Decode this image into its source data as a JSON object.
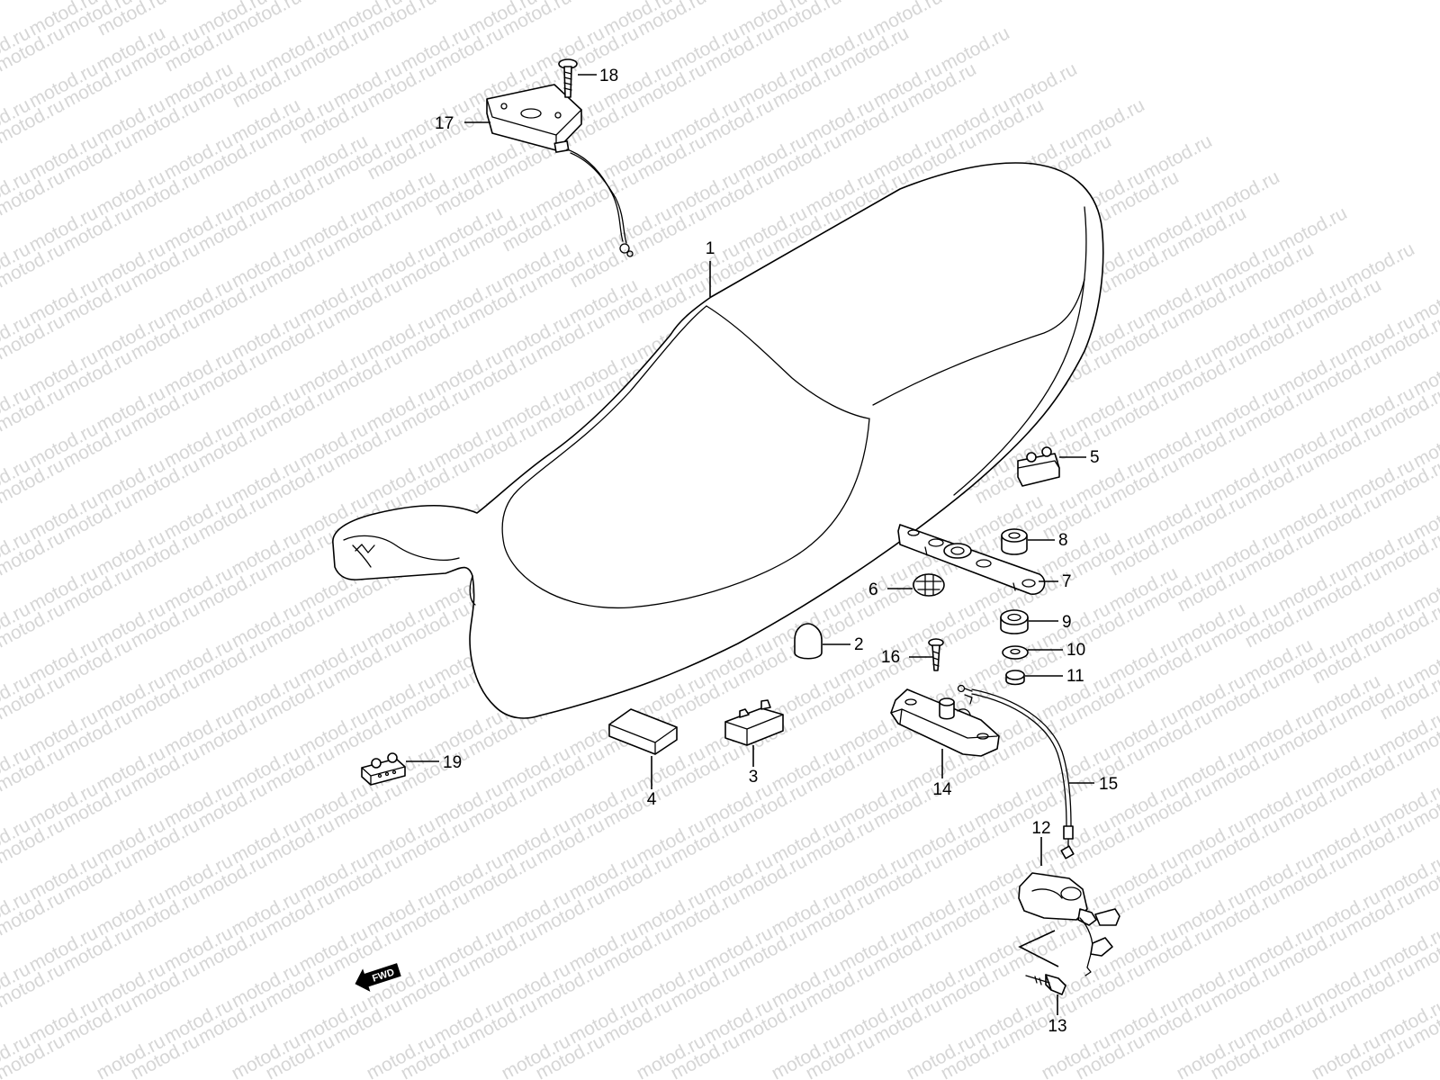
{
  "watermark": {
    "text": "motod.ru"
  },
  "callouts": [
    {
      "id": "1",
      "label": "1"
    },
    {
      "id": "2",
      "label": "2"
    },
    {
      "id": "3",
      "label": "3"
    },
    {
      "id": "4",
      "label": "4"
    },
    {
      "id": "5",
      "label": "5"
    },
    {
      "id": "6",
      "label": "6"
    },
    {
      "id": "7",
      "label": "7"
    },
    {
      "id": "8",
      "label": "8"
    },
    {
      "id": "9",
      "label": "9"
    },
    {
      "id": "10",
      "label": "10"
    },
    {
      "id": "11",
      "label": "11"
    },
    {
      "id": "12",
      "label": "12"
    },
    {
      "id": "13",
      "label": "13"
    },
    {
      "id": "14",
      "label": "14"
    },
    {
      "id": "15",
      "label": "15"
    },
    {
      "id": "16",
      "label": "16"
    },
    {
      "id": "17",
      "label": "17"
    },
    {
      "id": "18",
      "label": "18"
    },
    {
      "id": "19",
      "label": "19"
    }
  ],
  "direction_arrow": {
    "label": "FWD"
  }
}
